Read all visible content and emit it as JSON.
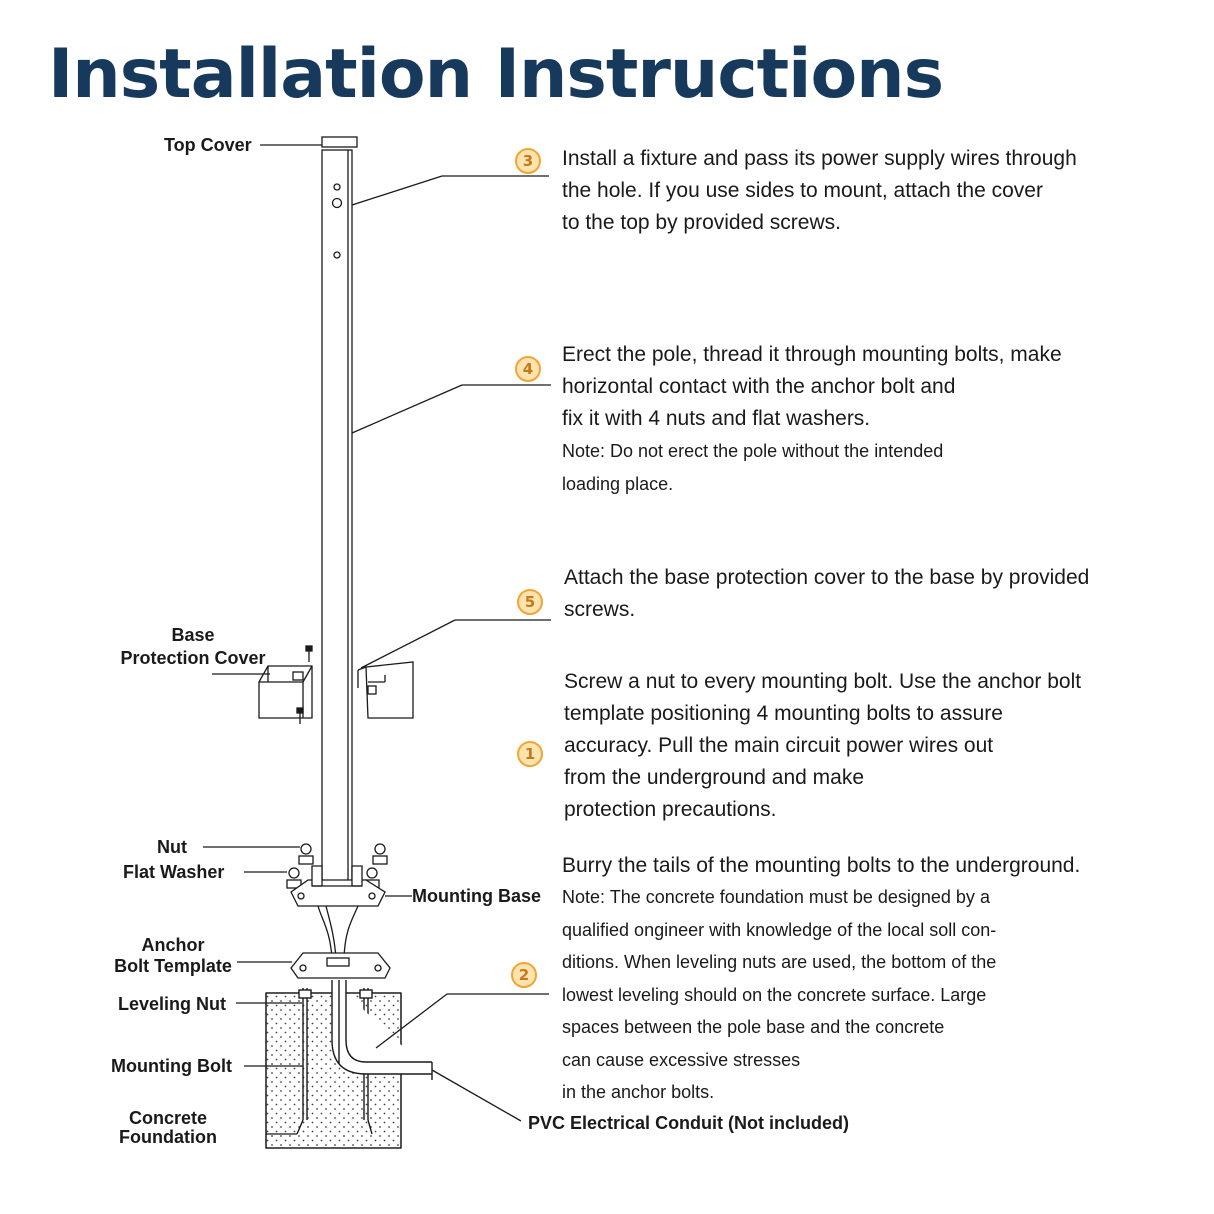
{
  "title": "Installation Instructions",
  "labels": {
    "top_cover": "Top Cover",
    "base_protection_cover": [
      "Base",
      "Protection Cover"
    ],
    "nut": "Nut",
    "flat_washer": "Flat Washer",
    "mounting_base": "Mounting Base",
    "anchor_bolt_template": [
      "Anchor",
      "Bolt Template"
    ],
    "leveling_nut": "Leveling Nut",
    "mounting_bolt": "Mounting Bolt",
    "concrete_foundation": [
      "Concrete",
      "Foundation"
    ],
    "pvc_conduit": "PVC Electrical Conduit (Not included)"
  },
  "steps": [
    {
      "number": "3",
      "lines": [
        "Install a fixture and pass its power supply wires through",
        "the hole. If you use sides to mount, attach the cover",
        "to the top by provided screws."
      ],
      "notes": []
    },
    {
      "number": "4",
      "lines": [
        "Erect the pole, thread it through mounting bolts, make",
        "horizontal contact with the anchor bolt and",
        "fix it with 4 nuts and flat washers."
      ],
      "notes": [
        "Note: Do not erect the pole without the intended",
        "loading place."
      ]
    },
    {
      "number": "5",
      "lines": [
        "Attach the base protection cover to the base by provided",
        "screws."
      ],
      "notes": []
    },
    {
      "number": "1",
      "lines": [
        "Screw a nut to every mounting bolt. Use the anchor bolt",
        "template positioning 4 mounting bolts to assure",
        "accuracy. Pull the main circuit power wires out",
        "from the underground and make",
        "protection precautions."
      ],
      "notes": []
    },
    {
      "number": "2",
      "lines": [
        "Burry the tails of the mounting bolts to the underground."
      ],
      "notes": [
        "Note: The concrete foundation must be designed by a",
        "qualified ongineer with knowledge of the local soll con-",
        "ditions. When leveling nuts are used, the bottom of the",
        "lowest leveling should on the concrete surface. Large",
        "spaces between the pole base and the concrete",
        "can cause excessive stresses",
        "in the anchor bolts."
      ]
    }
  ],
  "colors": {
    "title": "#173a5c",
    "badge_border": "#f2a531",
    "badge_fill": "#fde3b0",
    "line": "#1a1a1a"
  }
}
